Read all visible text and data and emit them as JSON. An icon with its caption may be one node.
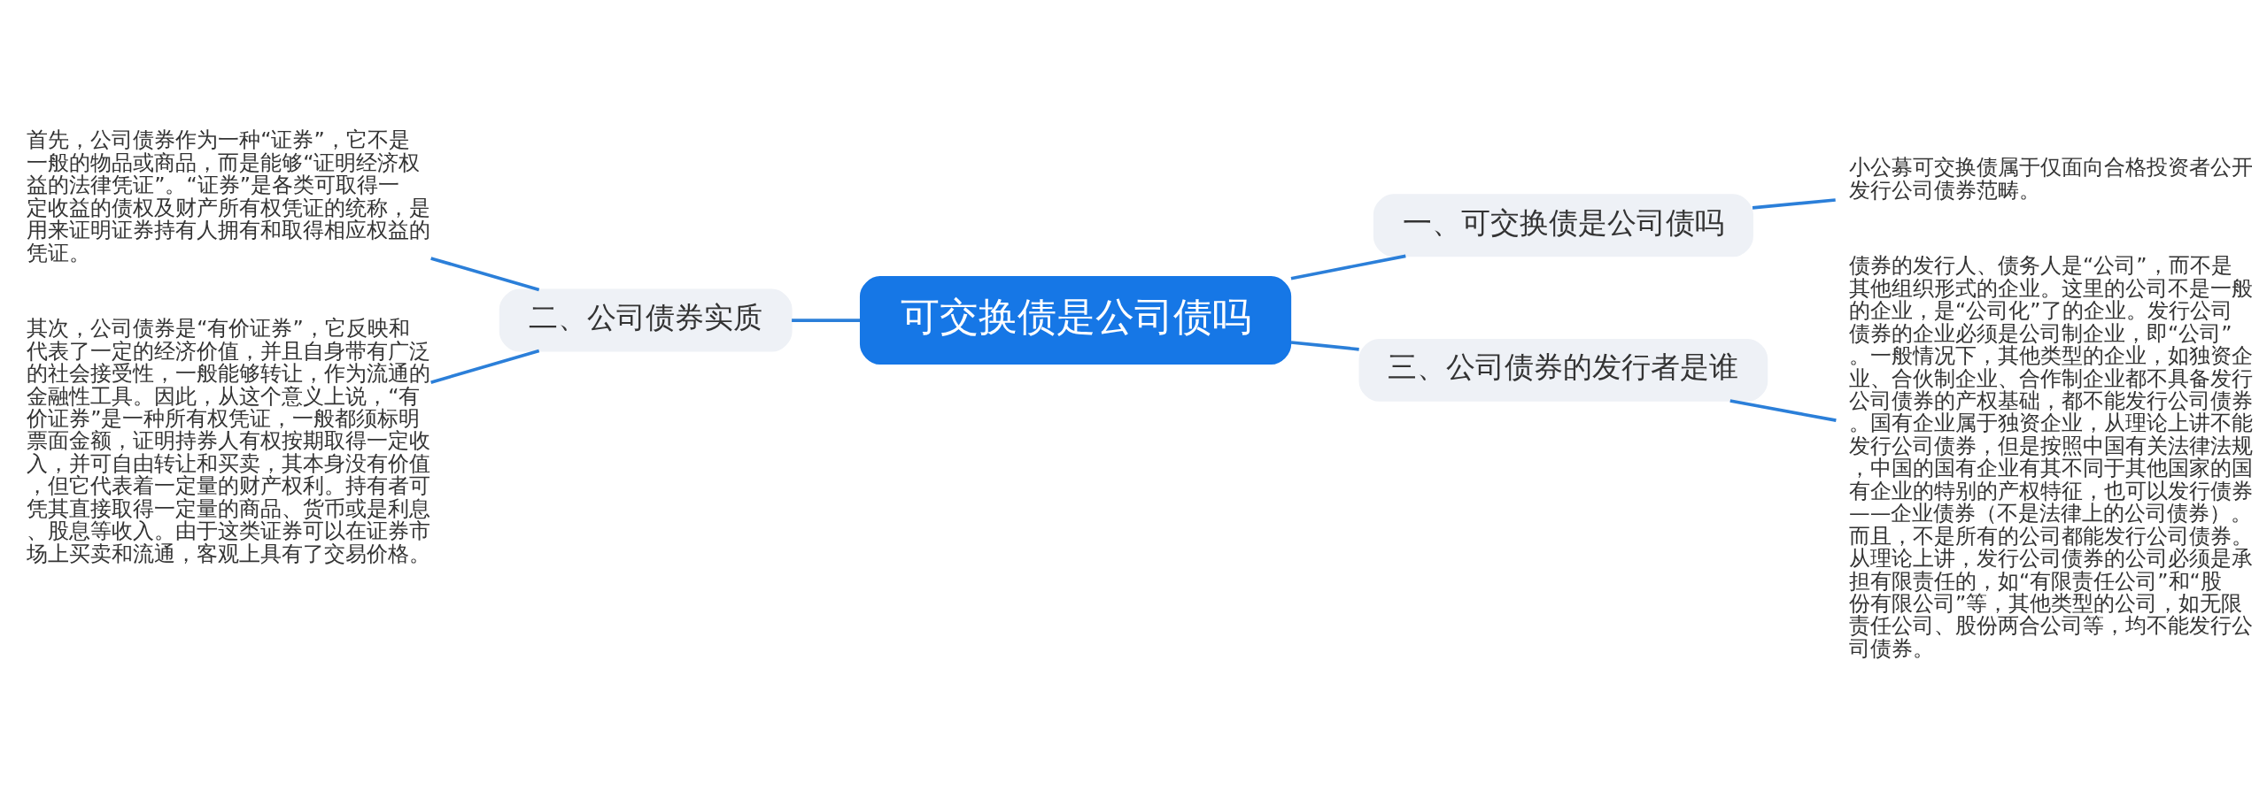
{
  "diagram": {
    "nodes": [
      {
        "text": [
          "可交换债是公司债吗"
        ]
      },
      {
        "text": [
          "一、可交换债是公司债吗"
        ]
      },
      {
        "text": [
          "小公募可交换债属于仅面向合格投资者公开发行公司债券范畴。"
        ]
      },
      {
        "text": [
          "二、公司债券实质"
        ]
      },
      {
        "text": [
          "首先，公司债券作为一种“证券”，它不是一般的物品或商品，而是能够“证明经济权益的法律凭证”。“证券”是各类可取得一定收益的债权及财产所有权凭证的统称，是用来证明证券持有人拥有和取得相应权益的凭证。"
        ]
      },
      {
        "text": [
          "其次，公司债券是“有价证券”，它反映和代表了一定的经济价值，并且自身带有广泛的社会接受性，一般能够转让，作为流通的金融性工具。因此，从这个意义上说，“有价证券”是一种所有权凭证，一般都须标明票面金额，证明持券人有权按期取得一定收入，并可自由转让和买卖，其本身没有价值，但它代表着一定量的财产权利。持有者可凭其直接取得一定量的商品、货币或是利息、股息等收入。由于这类证券可以在证券市场上买卖和流通，客观上具有了交易价格。"
        ]
      },
      {
        "text": [
          "三、公司债券的发行者是谁"
        ]
      },
      {
        "text": [
          "债券的发行人、债务人是“公司”，而不是其他组织形式的企业。这里的公司不是一般的企业，是“公司化”了的企业。发行公司债券的企业必须是公司制企业，即“公司”。一般情况下，其他类型的企业，如独资企业、合伙制企业、合作制企业都不具备发行公司债券的产权基础，都不能发行公司债券。国有企业属于独资企业，从理论上讲不能发行公司债券，但是按照中国有关法律法规，中国的国有企业有其不同于其他国家的国有企业的特别的产权特征，也可以发行债券——企业债券（不是法律上的公司债券）。而且，不是所有的公司都能发行公司债券。从理论上讲，发行公司债券的公司必须是承担有限责任的，如“有限责任公司”和“股份有限公司”等，其他类型的公司，如无限责任公司、股份两合公司等，均不能发行公司债券。"
        ]
      }
    ],
    "edges": [
      {
        "from": 0,
        "to": 1,
        "arrow": "none"
      },
      {
        "from": 1,
        "to": 2,
        "arrow": "none"
      },
      {
        "from": 0,
        "to": 3,
        "arrow": "none"
      },
      {
        "from": 3,
        "to": 4,
        "arrow": "none"
      },
      {
        "from": 3,
        "to": 5,
        "arrow": "none"
      },
      {
        "from": 0,
        "to": 6,
        "arrow": "none"
      },
      {
        "from": 6,
        "to": 7,
        "arrow": "none"
      }
    ]
  }
}
